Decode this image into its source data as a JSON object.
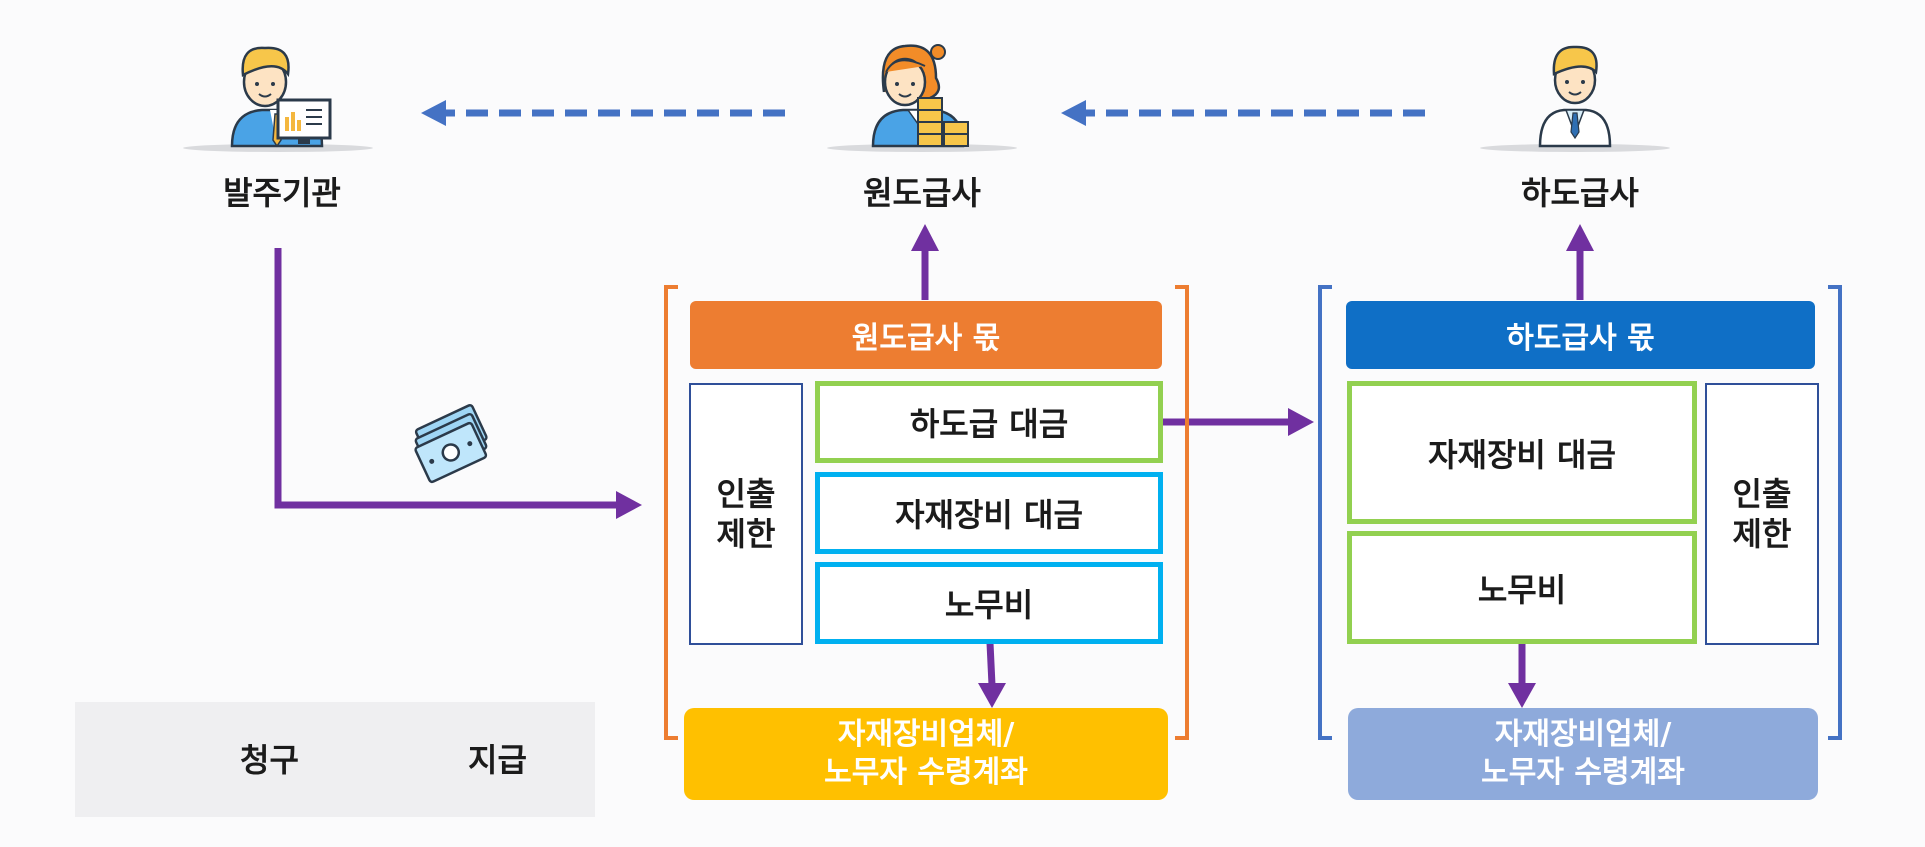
{
  "actors": {
    "client": {
      "label": "발주기관",
      "icon": "person-with-computer-icon"
    },
    "prime": {
      "label": "원도급사",
      "icon": "person-with-coins-icon"
    },
    "sub": {
      "label": "하도급사",
      "icon": "person-in-suit-icon"
    }
  },
  "prime_account": {
    "header": "원도급사 몫",
    "withdrawal_limit": [
      "인출",
      "제한"
    ],
    "items": [
      "하도급 대금",
      "자재장비 대금",
      "노무비"
    ],
    "receiver": [
      "자재장비업체/",
      "노무자 수령계좌"
    ]
  },
  "sub_account": {
    "header": "하도급사 몫",
    "withdrawal_limit": [
      "인출",
      "제한"
    ],
    "items": [
      "자재장비 대금",
      "노무비"
    ],
    "receiver": [
      "자재장비업체/",
      "노무자 수령계좌"
    ]
  },
  "legend": {
    "claim": "청구",
    "payment": "지급"
  },
  "colors": {
    "claim_arrow": "#4472c4",
    "payment_arrow": "#7030a0",
    "prime_header": "#ed7d31",
    "prime_receiver": "#ffc000",
    "sub_header": "#0f6fc6",
    "sub_receiver": "#8eaadb",
    "green_border": "#92d050",
    "cyan_border": "#00b0f0"
  }
}
